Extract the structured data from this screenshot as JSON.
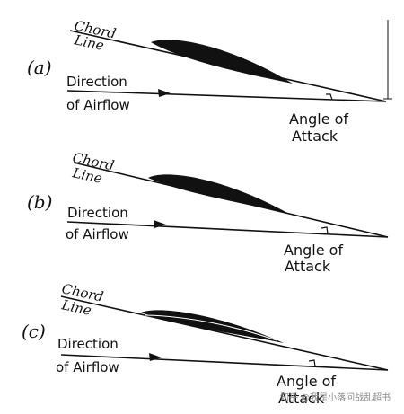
{
  "panels": [
    {
      "id": "a",
      "tag": "(a)",
      "chord": [
        "Chord",
        "Line"
      ],
      "airflow": [
        "Direction",
        "of Airflow"
      ],
      "angle": [
        "Angle of",
        "Attack"
      ]
    },
    {
      "id": "b",
      "tag": "(b)",
      "chord": [
        "Chord",
        "Line"
      ],
      "airflow": [
        "Direction",
        "of Airflow"
      ],
      "angle": [
        "Angle of",
        "Attack"
      ]
    },
    {
      "id": "c",
      "tag": "(c)",
      "chord": [
        "Chord",
        "Line"
      ],
      "airflow": [
        "Direction",
        "of Airflow"
      ],
      "angle": [
        "Angle of",
        "Attack"
      ]
    }
  ],
  "watermark": "知乎 @我是小落问战乱超书",
  "colors": {
    "ink": "#111111",
    "background": "#ffffff",
    "watermark": "#8a8a8a"
  }
}
